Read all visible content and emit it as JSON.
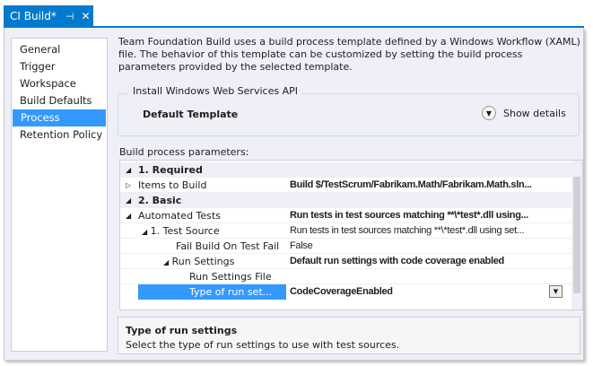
{
  "tab": {
    "title": "CI Build*",
    "pin_icon": "pin-icon",
    "close_icon": "close-icon",
    "accent": "#007acc"
  },
  "nav": {
    "items": [
      {
        "label": "General"
      },
      {
        "label": "Trigger"
      },
      {
        "label": "Workspace"
      },
      {
        "label": "Build Defaults"
      },
      {
        "label": "Process",
        "selected": true
      },
      {
        "label": "Retention Policy"
      }
    ],
    "selected_color": "#3399ff"
  },
  "intro": "Team Foundation Build uses a build process template defined by a Windows Workflow (XAML) file. The behavior of this template can be customized by setting the build process parameters provided by the selected template.",
  "template_group": {
    "legend": "Install Windows Web Services API",
    "template": "Default Template",
    "show_details": "Show details"
  },
  "params": {
    "label": "Build process parameters:",
    "rows": [
      {
        "name": "1. Required",
        "value": ""
      },
      {
        "name": "Items to Build",
        "value": "Build $/TestScrum/Fabrikam.Math/Fabrikam.Math.sln..."
      },
      {
        "name": "2. Basic",
        "value": ""
      },
      {
        "name": "Automated Tests",
        "value": "Run tests in test sources matching **\\*test*.dll using..."
      },
      {
        "name": "1. Test Source",
        "value": "Run tests in test sources matching **\\*test*.dll using set..."
      },
      {
        "name": "Fail Build On Test Fail",
        "value": "False"
      },
      {
        "name": "Run Settings",
        "value": "Default run settings with code coverage enabled"
      },
      {
        "name": "Run Settings File",
        "value": ""
      },
      {
        "name": "Type of run set...",
        "value": "CodeCoverageEnabled"
      }
    ]
  },
  "description": {
    "title": "Type of run settings",
    "text": "Select the type of run settings to use with test sources."
  }
}
